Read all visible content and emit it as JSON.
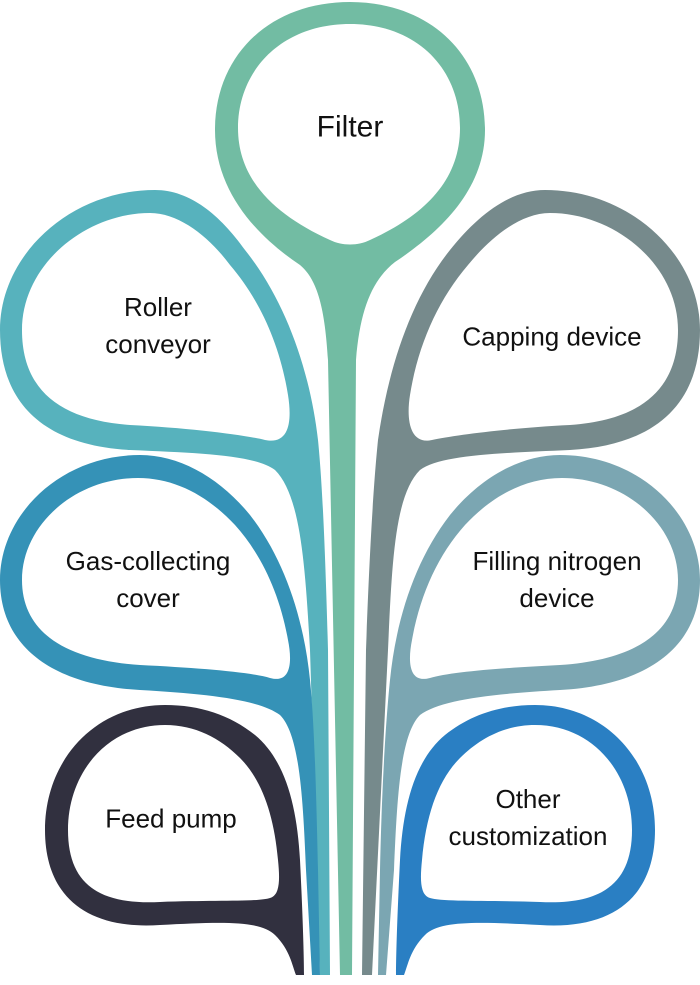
{
  "diagram": {
    "title": "",
    "center": {
      "label": "Filter",
      "color": "#72bca3"
    },
    "branches": [
      {
        "id": "roller-conveyor",
        "side": "left",
        "lines": [
          "Roller",
          "conveyor"
        ],
        "color": "#57b2bd"
      },
      {
        "id": "capping-device",
        "side": "right",
        "lines": [
          "Capping device"
        ],
        "color": "#768a8c"
      },
      {
        "id": "gas-collecting-cover",
        "side": "left",
        "lines": [
          "Gas-collecting",
          "cover"
        ],
        "color": "#3592b7"
      },
      {
        "id": "filling-nitrogen-device",
        "side": "right",
        "lines": [
          "Filling nitrogen",
          "device"
        ],
        "color": "#7ba6b2"
      },
      {
        "id": "feed-pump",
        "side": "left",
        "lines": [
          "Feed pump"
        ],
        "color": "#31303f"
      },
      {
        "id": "other-customization",
        "side": "right",
        "lines": [
          "Other",
          "customization"
        ],
        "color": "#2a7fc3"
      }
    ]
  }
}
